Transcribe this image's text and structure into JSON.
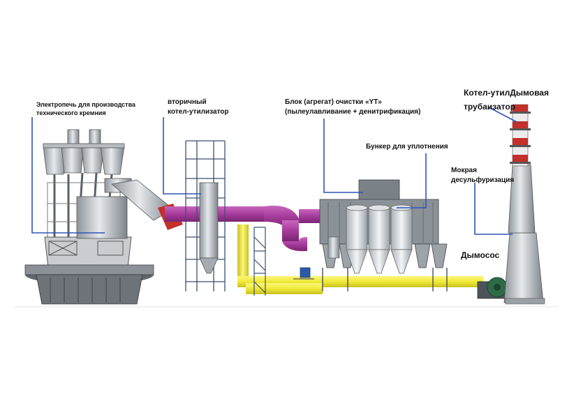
{
  "labels": {
    "furnace": [
      "Электропечь для производства",
      "технического кремния"
    ],
    "boiler": [
      "вторичный",
      "котел-утилизатор"
    ],
    "cleaning_block": [
      "Блок (агрегат) очистки «YT»",
      "(пылеулавливание + денитрификация)"
    ],
    "bunker": "Бункер для уплотнения",
    "chimney": [
      "Котел-утилДымовая",
      "трубаизатор"
    ],
    "wet_desulfurization": [
      "Мокрая",
      "десульфуризация"
    ],
    "exhaust_fan": "Дымосос"
  },
  "colors": {
    "callout_line": "#2f55b8",
    "flue_duct_hot": "#a63b9c",
    "flue_duct_cooled": "#f0ea3a",
    "equipment_gray": "#b8bec4",
    "equipment_dark": "#6f767c",
    "chimney_red": "#c4302b",
    "fan_green": "#2d6b47"
  }
}
